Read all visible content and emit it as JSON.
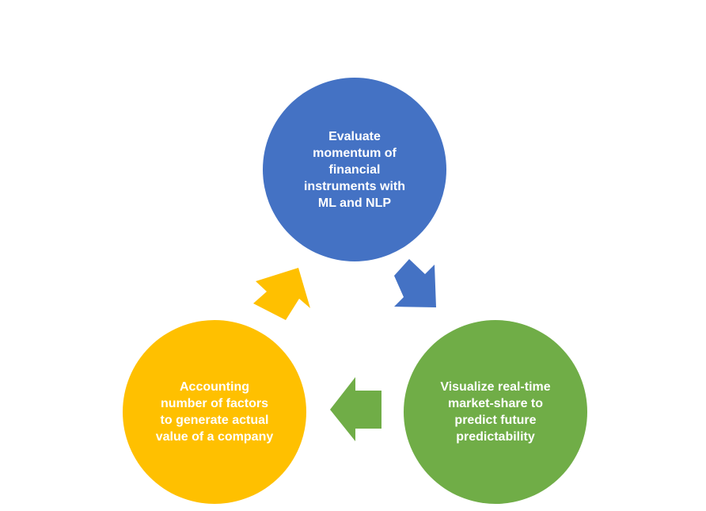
{
  "diagram": {
    "nodes": [
      {
        "id": "top",
        "text": "Evaluate\nmomentum of\nfinancial\ninstruments with\nML and NLP",
        "color": "#4472C4"
      },
      {
        "id": "right",
        "text": "Visualize real-time\nmarket-share to\npredict future\npredictability",
        "color": "#70AD47"
      },
      {
        "id": "left",
        "text": "Accounting\nnumber of factors\nto generate actual\nvalue of a company",
        "color": "#FFC000"
      }
    ],
    "arrows": [
      {
        "from": "top",
        "to": "right",
        "color": "#4472C4"
      },
      {
        "from": "right",
        "to": "left",
        "color": "#70AD47"
      },
      {
        "from": "left",
        "to": "top",
        "color": "#FFC000"
      }
    ]
  }
}
